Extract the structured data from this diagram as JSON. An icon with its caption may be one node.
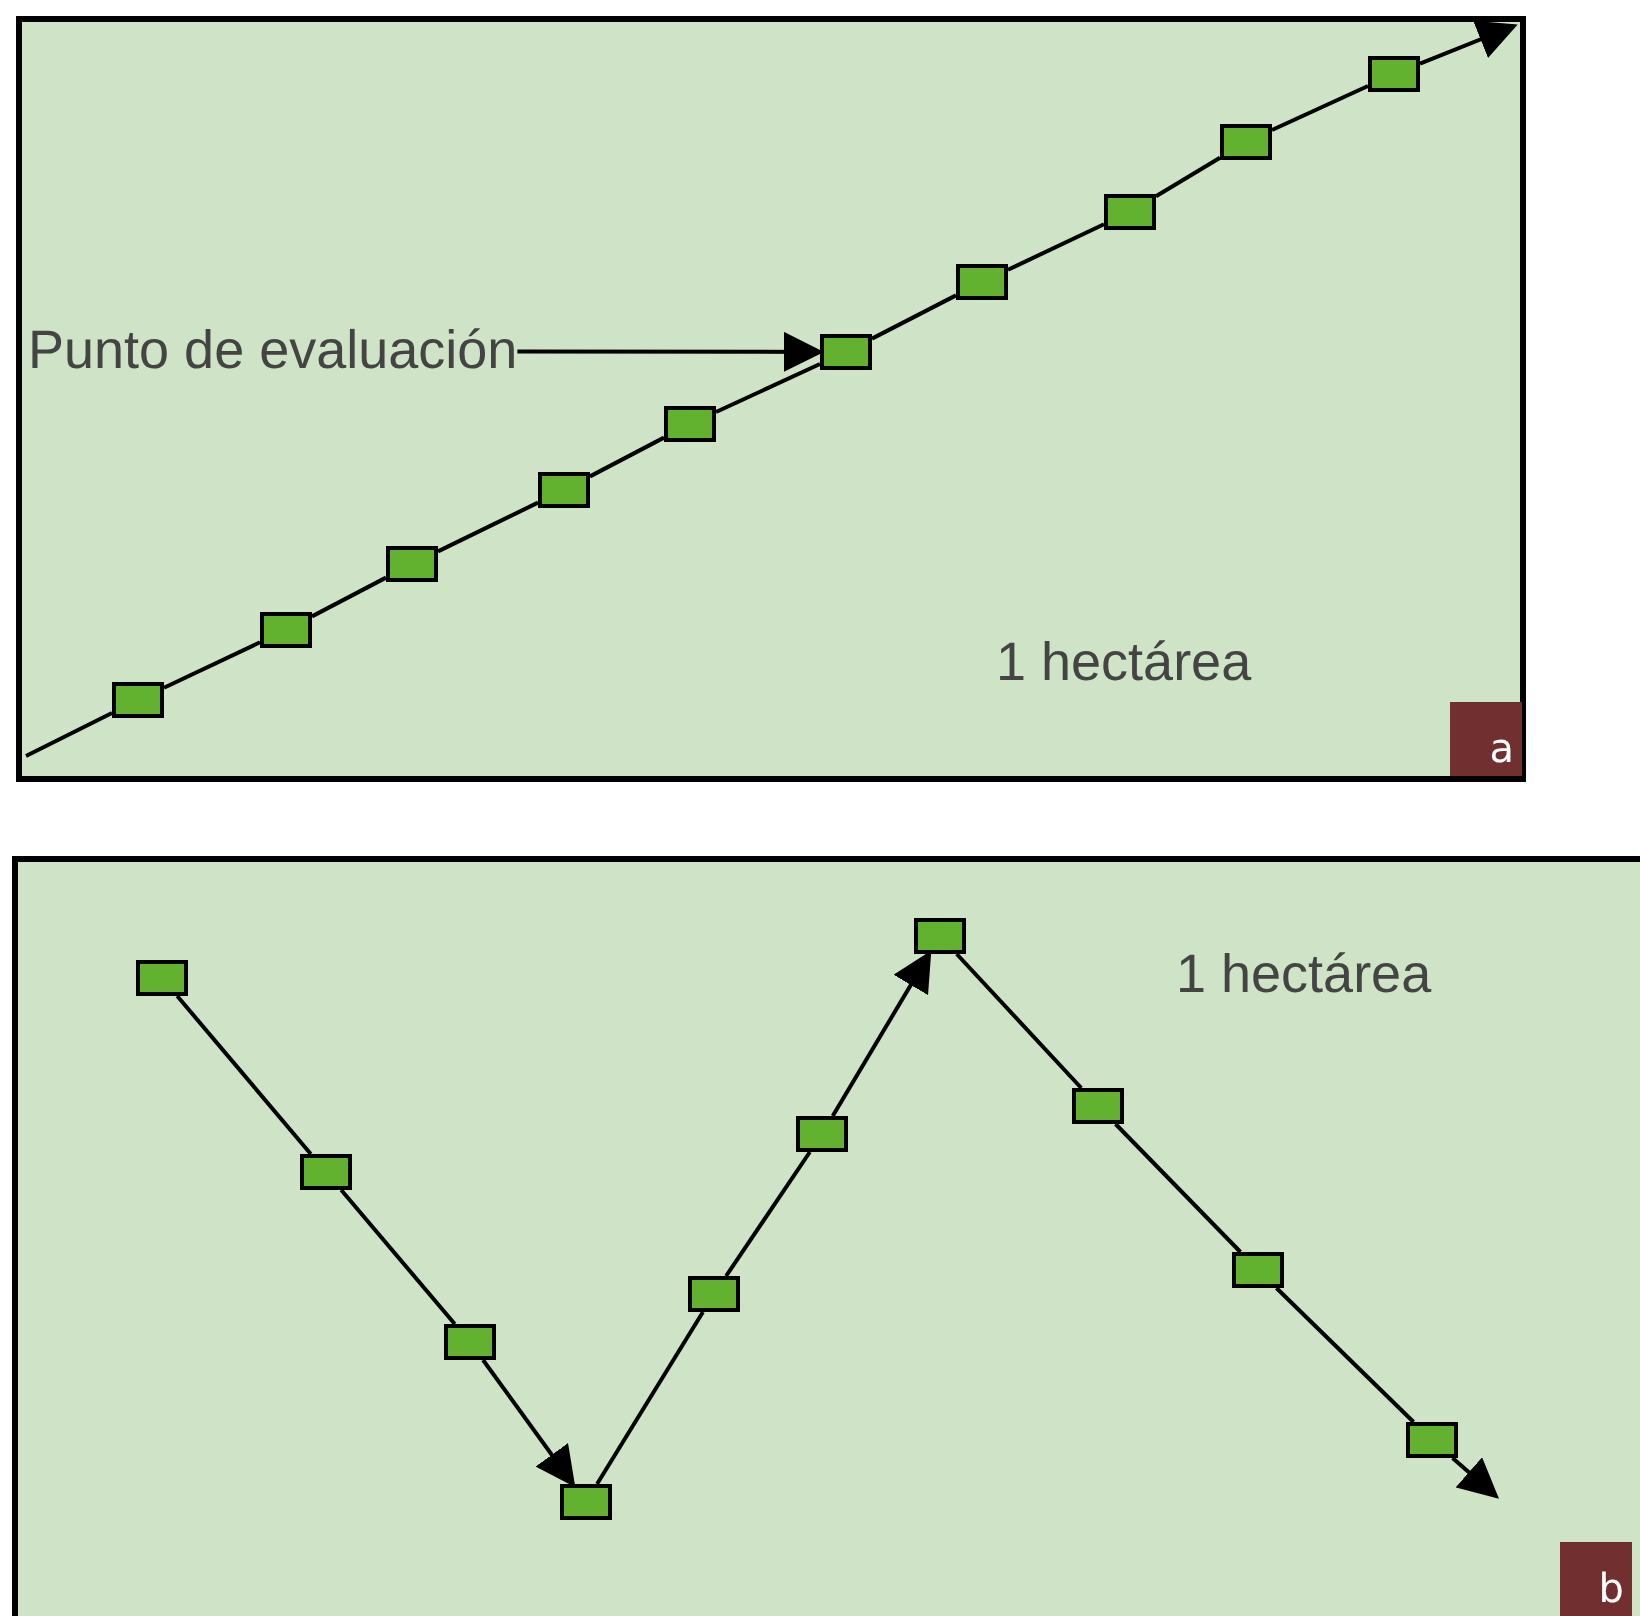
{
  "diagram": {
    "nodes": [
      {
        "text": [
          "1 hectárea"
        ]
      },
      {
        "text": [
          "a"
        ],
        "in": 0
      },
      {
        "text": [
          "Punto de evaluación"
        ],
        "in": 0
      },
      {
        "text": [],
        "shape": "box",
        "in": 0
      },
      {
        "text": [],
        "shape": "box",
        "in": 0
      },
      {
        "text": [],
        "shape": "box",
        "in": 0
      },
      {
        "text": [],
        "shape": "box",
        "in": 0
      },
      {
        "text": [],
        "shape": "box",
        "in": 0
      },
      {
        "text": [],
        "shape": "box",
        "in": 0
      },
      {
        "text": [],
        "shape": "box",
        "in": 0
      },
      {
        "text": [],
        "shape": "box",
        "in": 0
      },
      {
        "text": [],
        "shape": "box",
        "in": 0
      },
      {
        "text": [],
        "shape": "box",
        "in": 0
      },
      {
        "text": [
          "1 hectárea"
        ]
      },
      {
        "text": [
          "b"
        ],
        "in": 13
      },
      {
        "text": [],
        "shape": "box",
        "in": 13
      },
      {
        "text": [],
        "shape": "box",
        "in": 13
      },
      {
        "text": [],
        "shape": "box",
        "in": 13
      },
      {
        "text": [],
        "shape": "box",
        "in": 13
      },
      {
        "text": [],
        "shape": "box",
        "in": 13
      },
      {
        "text": [],
        "shape": "box",
        "in": 13
      },
      {
        "text": [],
        "shape": "box",
        "in": 13
      },
      {
        "text": [],
        "shape": "box",
        "in": 13
      },
      {
        "text": [],
        "shape": "box",
        "in": 13
      },
      {
        "text": [],
        "shape": "box",
        "in": 13
      }
    ],
    "edges": [
      {
        "from": null,
        "to": 3,
        "arrow": "none"
      },
      {
        "from": 3,
        "to": 4,
        "arrow": "none"
      },
      {
        "from": 4,
        "to": 5,
        "arrow": "none"
      },
      {
        "from": 5,
        "to": 6,
        "arrow": "none"
      },
      {
        "from": 6,
        "to": 7,
        "arrow": "none"
      },
      {
        "from": 7,
        "to": 8,
        "arrow": "none"
      },
      {
        "from": 8,
        "to": 9,
        "arrow": "none"
      },
      {
        "from": 9,
        "to": 10,
        "arrow": "none"
      },
      {
        "from": 10,
        "to": 11,
        "arrow": "none"
      },
      {
        "from": 11,
        "to": 12,
        "arrow": "none"
      },
      {
        "from": 12,
        "to": null,
        "arrow": "to"
      },
      {
        "from": 2,
        "to": 8,
        "arrow": "to"
      },
      {
        "from": 15,
        "to": 16,
        "arrow": "none"
      },
      {
        "from": 16,
        "to": 17,
        "arrow": "none"
      },
      {
        "from": 17,
        "to": 18,
        "arrow": "to"
      },
      {
        "from": 18,
        "to": 19,
        "arrow": "none"
      },
      {
        "from": 19,
        "to": 20,
        "arrow": "none"
      },
      {
        "from": 20,
        "to": 21,
        "arrow": "to"
      },
      {
        "from": 21,
        "to": 22,
        "arrow": "none"
      },
      {
        "from": 22,
        "to": 23,
        "arrow": "none"
      },
      {
        "from": 23,
        "to": 24,
        "arrow": "none"
      },
      {
        "from": 24,
        "to": null,
        "arrow": "to"
      }
    ]
  }
}
